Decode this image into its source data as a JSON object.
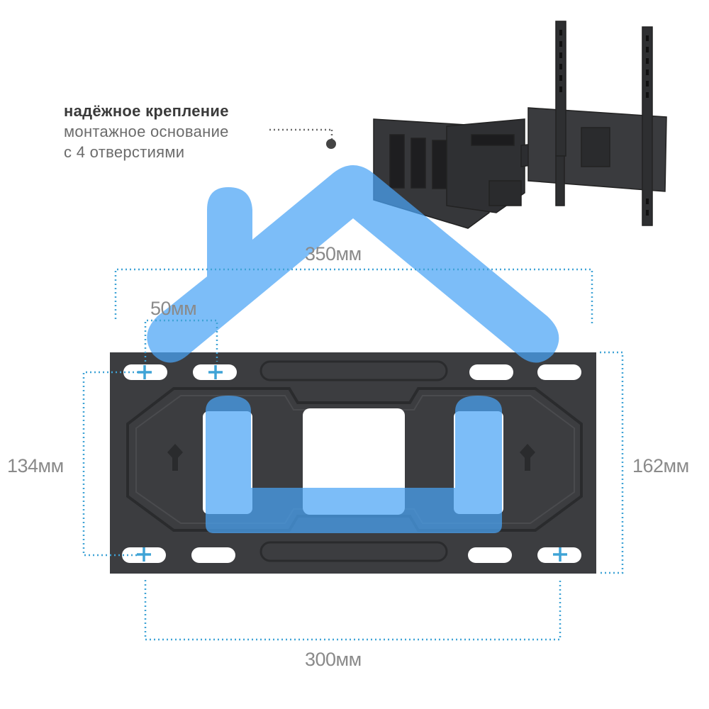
{
  "caption": {
    "title": "надёжное крепление",
    "line1": "монтажное основание",
    "line2": "с 4 отверстиями"
  },
  "dimensions": {
    "width_total": "350мм",
    "hole_spacing_small": "50мм",
    "height_left": "134мм",
    "height_right": "162мм",
    "width_bottom": "300мм"
  },
  "colors": {
    "accent": "#3fa3d6",
    "plate": "#3c3d40",
    "house": "#4aa3f5"
  },
  "icons": [
    "house-icon",
    "tv-wall-mount-bracket",
    "mounting-plate"
  ]
}
